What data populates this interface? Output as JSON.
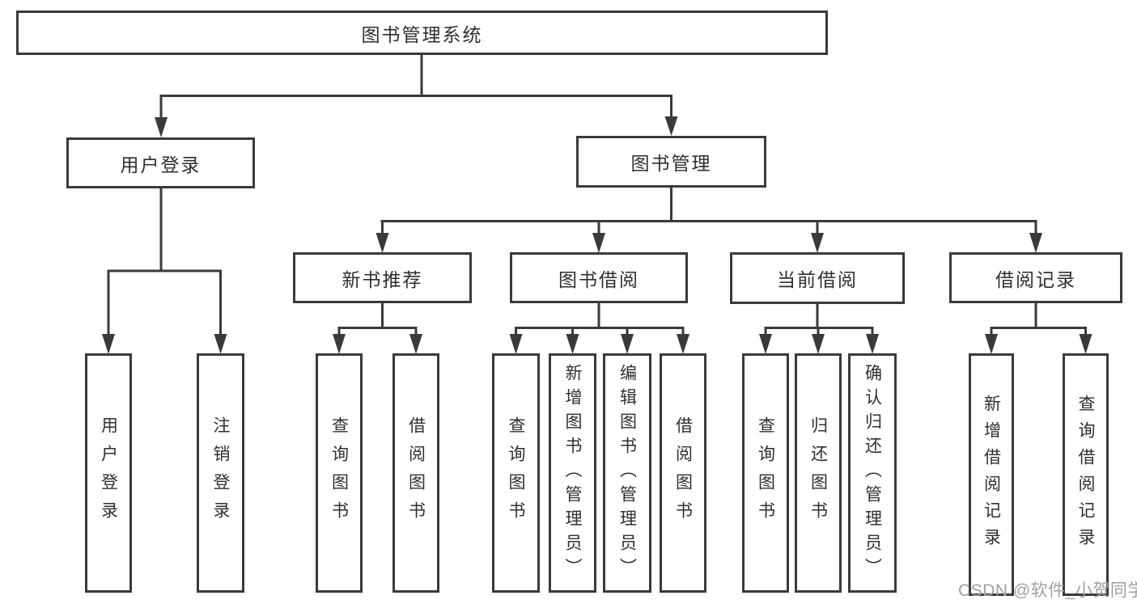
{
  "diagram": {
    "root": "图书管理系统",
    "branches": {
      "user_login": {
        "label": "用户登录",
        "children": [
          "用户登录",
          "注销登录"
        ]
      },
      "book_mgmt": {
        "label": "图书管理",
        "sections": [
          {
            "label": "新书推荐",
            "children": [
              "查询图书",
              "借阅图书"
            ]
          },
          {
            "label": "图书借阅",
            "children": [
              "查询图书",
              "新增图书（管理员）",
              "编辑图书（管理员）",
              "借阅图书"
            ]
          },
          {
            "label": "当前借阅",
            "children": [
              "查询图书",
              "归还图书",
              "确认归还（管理员）"
            ]
          },
          {
            "label": "借阅记录",
            "children": [
              "新增借阅记录",
              "查询借阅记录"
            ]
          }
        ]
      }
    }
  },
  "watermark": {
    "text": "CSDN @软件_小贺同学"
  },
  "colors": {
    "line": "#3a3a3a",
    "text": "#2f2f2f",
    "background": "#ffffff",
    "watermark": "#a0a0a0"
  }
}
